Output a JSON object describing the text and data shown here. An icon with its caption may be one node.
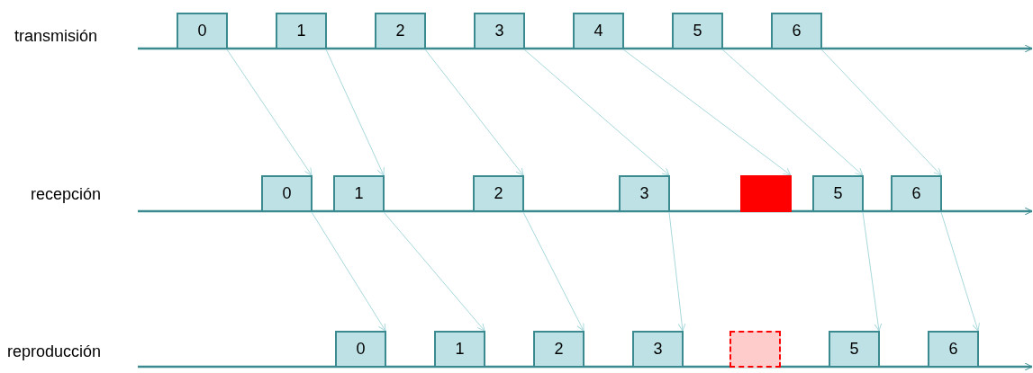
{
  "diagram": {
    "nodes": [
      {
        "text": [
          "0"
        ]
      },
      {
        "text": [
          "1"
        ]
      },
      {
        "text": [
          "2"
        ]
      },
      {
        "text": [
          "3"
        ]
      },
      {
        "text": [
          "4"
        ]
      },
      {
        "text": [
          "5"
        ]
      },
      {
        "text": [
          "6"
        ]
      },
      {
        "text": [
          "0"
        ]
      },
      {
        "text": [
          "1"
        ]
      },
      {
        "text": [
          "2"
        ]
      },
      {
        "text": [
          "3"
        ]
      },
      {
        "text": [],
        "shape": "box"
      },
      {
        "text": [
          "5"
        ]
      },
      {
        "text": [
          "6"
        ]
      },
      {
        "text": [
          "0"
        ]
      },
      {
        "text": [
          "1"
        ]
      },
      {
        "text": [
          "2"
        ]
      },
      {
        "text": [
          "3"
        ]
      },
      {
        "text": [],
        "shape": "box"
      },
      {
        "text": [
          "5"
        ]
      },
      {
        "text": [
          "6"
        ]
      }
    ],
    "edges": [
      {
        "from": 0,
        "to": 7,
        "arrow": "to"
      },
      {
        "from": 1,
        "to": 8,
        "arrow": "to"
      },
      {
        "from": 2,
        "to": 9,
        "arrow": "to"
      },
      {
        "from": 3,
        "to": 10,
        "arrow": "to"
      },
      {
        "from": 4,
        "to": 11,
        "arrow": "to"
      },
      {
        "from": 5,
        "to": 12,
        "arrow": "to"
      },
      {
        "from": 6,
        "to": 13,
        "arrow": "to"
      },
      {
        "from": 7,
        "to": 14,
        "arrow": "to"
      },
      {
        "from": 8,
        "to": 15,
        "arrow": "to"
      },
      {
        "from": 9,
        "to": 16,
        "arrow": "to"
      },
      {
        "from": 10,
        "to": 17,
        "arrow": "to"
      },
      {
        "from": 12,
        "to": 19,
        "arrow": "to"
      },
      {
        "from": 13,
        "to": 20,
        "arrow": "to"
      }
    ],
    "labels": [
      "transmisión",
      "recepción",
      "reproducción"
    ]
  }
}
